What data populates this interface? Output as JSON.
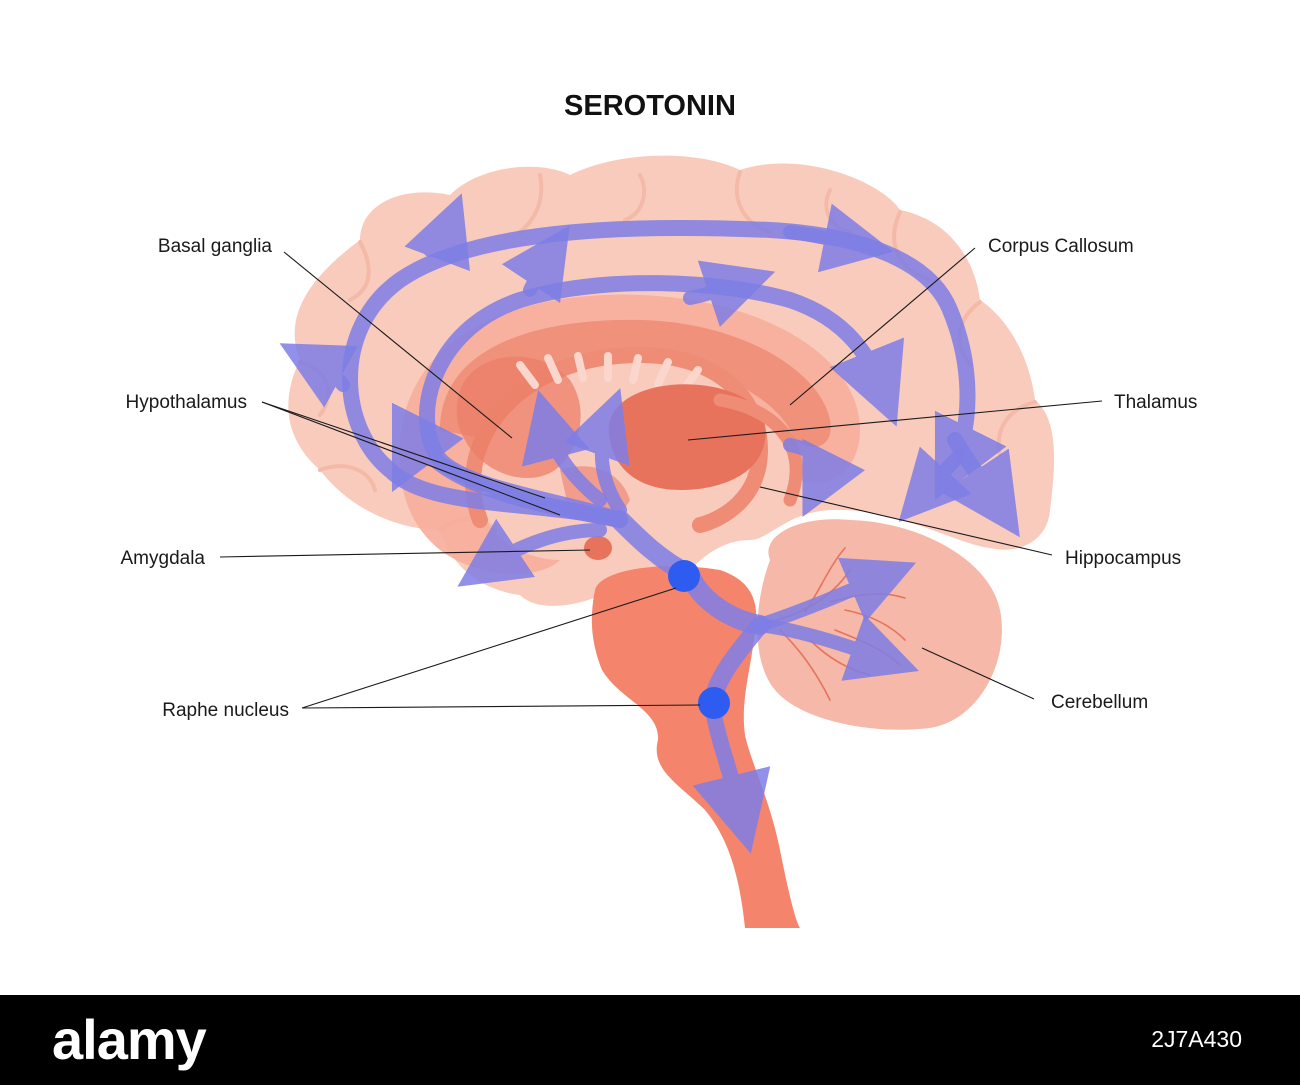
{
  "title": "SEROTONIN",
  "colors": {
    "brain_outer": "#f9cbbd",
    "brain_fold": "#f4b9a7",
    "core": "#f0917b",
    "core_dark": "#e8735d",
    "pathway": "#7e7ee6",
    "nucleus": "#2f5cf0"
  },
  "labels": {
    "basal_ganglia": "Basal ganglia",
    "corpus_callosum": "Corpus Callosum",
    "hypothalamus": "Hypothalamus",
    "thalamus": "Thalamus",
    "amygdala": "Amygdala",
    "hippocampus": "Hippocampus",
    "raphe_nucleus": "Raphe nucleus",
    "cerebellum": "Cerebellum"
  },
  "footer": {
    "logo": "alamy",
    "image_id": "2J7A430"
  }
}
